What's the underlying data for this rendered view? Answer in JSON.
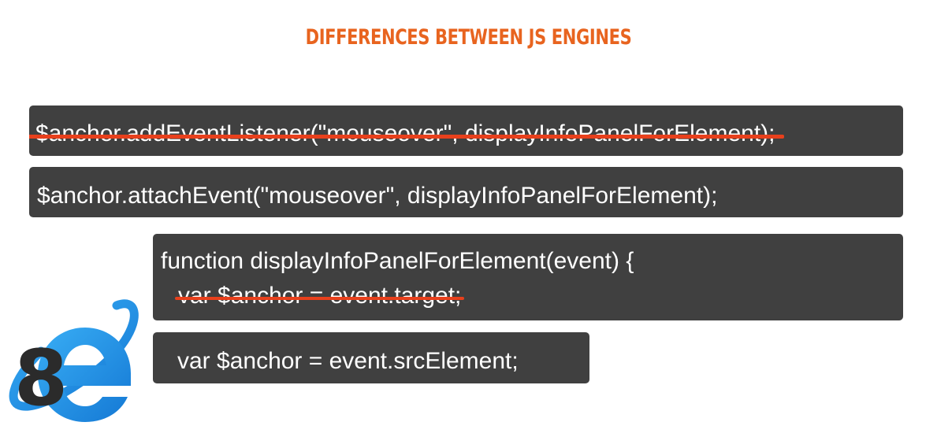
{
  "slide": {
    "title": "DIFFERENCES BETWEEN JS ENGINES"
  },
  "code_blocks": [
    {
      "lines": [
        "$anchor.addEventListener(\"mouseover\", displayInfoPanelForElement);"
      ],
      "struck": true
    },
    {
      "lines": [
        "$anchor.attachEvent(\"mouseover\", displayInfoPanelForElement);"
      ],
      "struck": false
    },
    {
      "lines": [
        "function displayInfoPanelForElement(event) {",
        "var $anchor = event.target;"
      ],
      "struck_line": 2
    },
    {
      "lines": [
        "var $anchor = event.srcElement;"
      ],
      "struck": false
    }
  ],
  "browser_badge": {
    "icon": "internet-explorer-icon",
    "version": "8"
  },
  "colors": {
    "title": "#e8641f",
    "code_background": "#404040",
    "strike": "#e8401c",
    "ie_blue": "#1e8fe6"
  }
}
